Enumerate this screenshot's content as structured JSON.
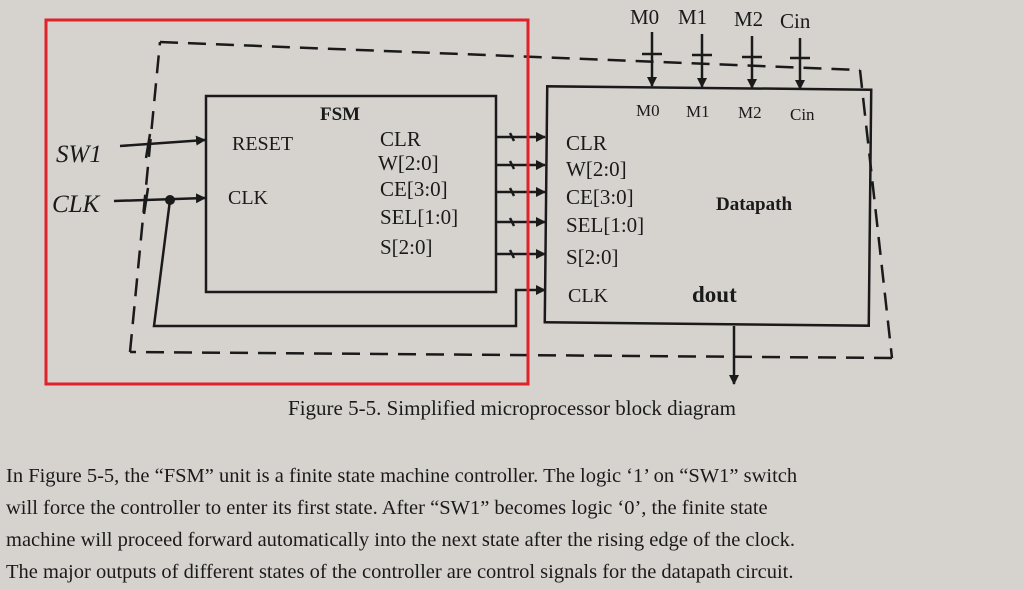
{
  "diagram": {
    "fsm_title": "FSM",
    "fsm_inputs": [
      "RESET",
      "CLK"
    ],
    "fsm_outputs": [
      "CLR",
      "W[2:0]",
      "CE[3:0]",
      "SEL[1:0]",
      "S[2:0]"
    ],
    "external_inputs": [
      "SW1",
      "CLK"
    ],
    "top_inputs": [
      "M0",
      "M1",
      "M2",
      "Cin"
    ],
    "datapath_inputs": [
      "M0",
      "M1",
      "M2",
      "Cin"
    ],
    "datapath_left_ports": [
      "CLR",
      "W[2:0]",
      "CE[3:0]",
      "SEL[1:0]",
      "S[2:0]",
      "CLK"
    ],
    "datapath_title": "Datapath",
    "datapath_output": "dout",
    "highlight_color": "#e0222a"
  },
  "caption": "Figure 5-5. Simplified microprocessor block diagram",
  "paragraph_lines": [
    "In Figure 5-5, the “FSM” unit is a finite state machine controller. The logic ‘1’ on “SW1” switch",
    "will force the controller to enter its first state. After “SW1” becomes logic ‘0’, the finite state",
    "machine will proceed forward automatically into the next state after the rising edge of the clock.",
    "The major outputs of different states of the controller are control signals for the datapath circuit."
  ]
}
